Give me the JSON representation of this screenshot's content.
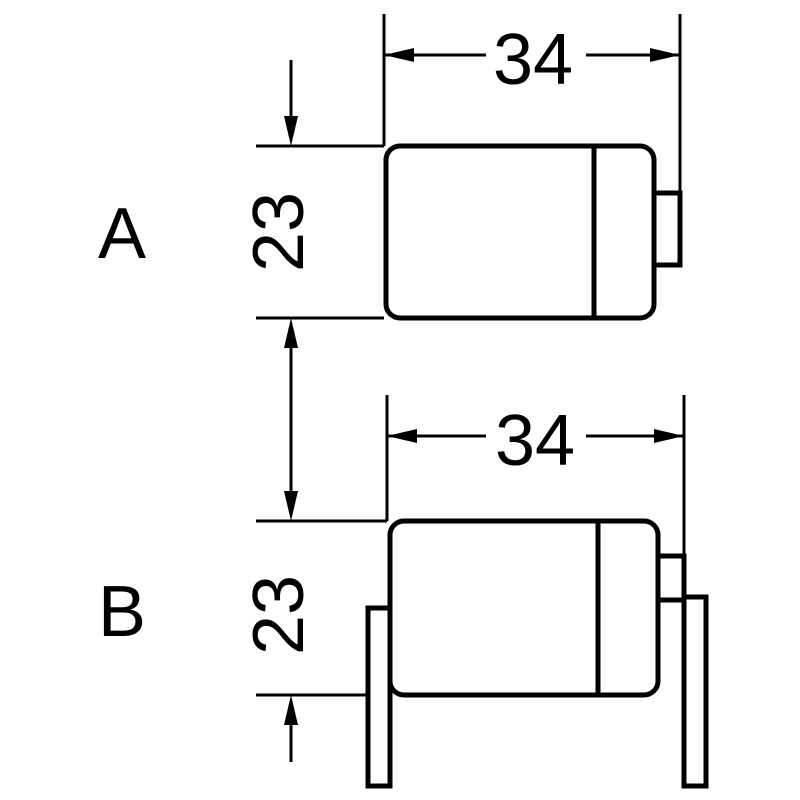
{
  "colors": {
    "ink": "#000000",
    "paper": "#ffffff"
  },
  "views": {
    "a": {
      "label": "A",
      "width_dim": "34",
      "height_dim": "23"
    },
    "b": {
      "label": "B",
      "width_dim": "34",
      "height_dim": "23"
    }
  }
}
